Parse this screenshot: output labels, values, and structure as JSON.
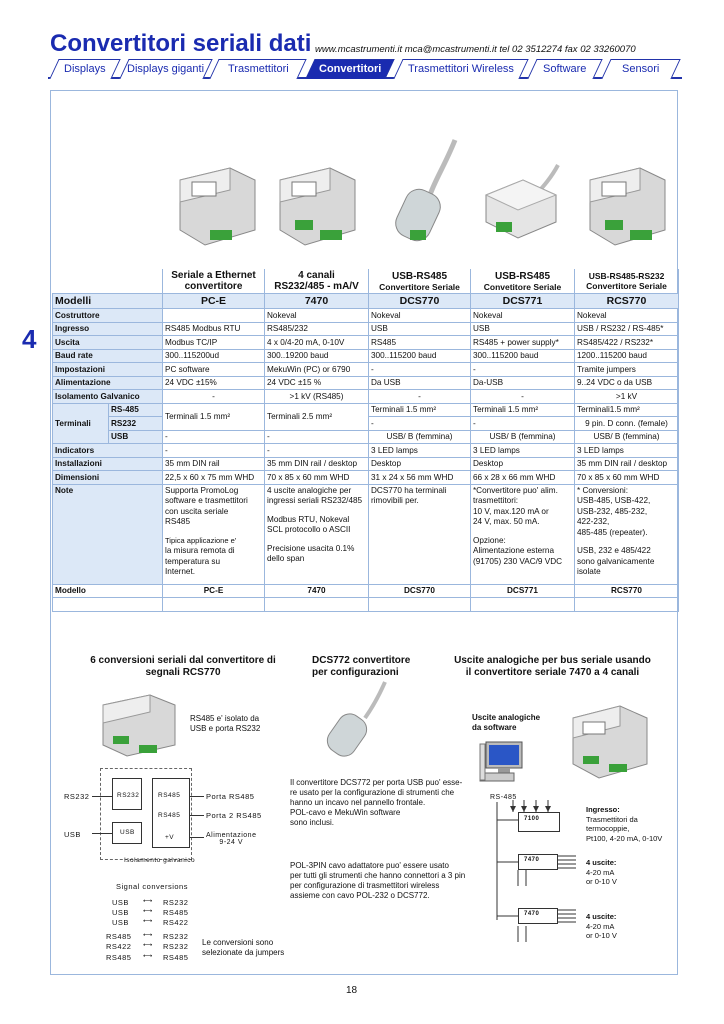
{
  "header": {
    "title": "Convertitori seriali dati",
    "contact": "www.mcastrumenti.it mca@mcastrumenti.it tel 02 3512274 fax 02 33260070"
  },
  "tabs": [
    {
      "label": "Displays",
      "active": false
    },
    {
      "label": "Displays giganti",
      "active": false
    },
    {
      "label": "Trasmettitori",
      "active": false
    },
    {
      "label": "Convertitori",
      "active": true
    },
    {
      "label": "Trasmettitori Wireless",
      "active": false
    },
    {
      "label": "Software",
      "active": false
    },
    {
      "label": "Sensori",
      "active": false
    }
  ],
  "chapter_number": "4",
  "products_header": [
    {
      "title": "Seriale a Ethernet",
      "subtitle": "convertitore"
    },
    {
      "title": "4 canali",
      "subtitle": "RS232/485 - mA/V"
    },
    {
      "title": "USB-RS485",
      "subtitle": "Convertitore Seriale"
    },
    {
      "title": "USB-RS485",
      "subtitle": "Convetitore Seriale"
    },
    {
      "title": "USB-RS485-RS232",
      "subtitle": "Convertitore Seriale"
    }
  ],
  "table": {
    "models_label": "Modelli",
    "models": [
      "PC-E",
      "7470",
      "DCS770",
      "DCS771",
      "RCS770"
    ],
    "rows": [
      {
        "label": "Costruttore",
        "values": [
          "",
          "Nokeval",
          "Nokeval",
          "Nokeval",
          "Nokeval"
        ]
      },
      {
        "label": "Ingresso",
        "values": [
          "RS485 Modbus RTU",
          "RS485/232",
          "USB",
          "USB",
          "USB / RS232 / RS-485*"
        ]
      },
      {
        "label": "Uscita",
        "values": [
          "Modbus TC/IP",
          "4 x 0/4-20 mA, 0-10V",
          "RS485",
          "RS485 + power supply*",
          "RS485/422 / RS232*"
        ]
      },
      {
        "label": "Baud rate",
        "values": [
          "300..115200ud",
          "300..19200 baud",
          "300..115200 baud",
          "300..115200 baud",
          "1200..115200 baud"
        ]
      },
      {
        "label": "Impostazioni",
        "values": [
          "PC software",
          "MekuWin (PC) or 6790",
          "-",
          "-",
          "Tramite jumpers"
        ]
      },
      {
        "label": "Alimentazione",
        "values": [
          "24 VDC ±15%",
          "24 VDC ±15 %",
          "Da               USB",
          "Da-USB",
          "9..24 VDC  o da USB"
        ]
      },
      {
        "label": "Isolamento Galvanico",
        "values": [
          "-",
          ">1 kV (RS485)",
          "-",
          "-",
          ">1 kV"
        ]
      }
    ],
    "terminals": {
      "label": "Terminali",
      "sub": [
        "RS-485",
        "RS232",
        "USB"
      ],
      "pce": "Terminali 1.5 mm²",
      "t7470": "Terminali 2.5 mm²",
      "dcs770": [
        "Terminali 1.5 mm²",
        "-",
        "USB/ B (femmina)"
      ],
      "dcs771": [
        "Terminali 1.5 mm²",
        "-",
        "USB/ B (femmina)"
      ],
      "rcs770": [
        "Terminali1.5 mm²",
        "9 pin. D conn. (female)",
        "USB/ B (femmina)"
      ],
      "usb_row": [
        "-",
        "-"
      ]
    },
    "rows2": [
      {
        "label": "Indicators",
        "values": [
          "-",
          "-",
          "3 LED lamps",
          "3 LED lamps",
          "3 LED lamps"
        ]
      },
      {
        "label": "Installazioni",
        "values": [
          "35 mm DIN rail",
          "35 mm DIN rail / desktop",
          "Desktop",
          "Desktop",
          "35 mm DIN rail / desktop"
        ]
      },
      {
        "label": "Dimensioni",
        "values": [
          "22,5 x 60 x 75 mm WHD",
          "70 x 85 x 60 mm WHD",
          "31 x 24 x 56 mm WHD",
          "66 x 28 x 66 mm WHD",
          "70 x 85 x 60 mm WHD"
        ]
      }
    ],
    "notes_label": "Note",
    "notes": [
      [
        "Supporta PromoLog",
        "software e trasmettitori",
        "con uscita seriale",
        "RS485",
        "",
        "Tipica applicazione e'",
        "la misura remota di",
        "temperatura su",
        "Internet."
      ],
      [
        "4 uscite analogiche per",
        "ingressi seriali RS232/485",
        "",
        "Modbus RTU, Nokeval",
        "SCL protocollo o ASCII",
        "",
        "Precisione usacita 0.1%",
        "dello span"
      ],
      [
        "DCS770 ha terminali",
        "rimovibili per."
      ],
      [
        "*Convertitore puo' alim.",
        "trasmettitori:",
        "10 V, max.120 mA or",
        "24 V, max. 50 mA.",
        "",
        "Opzione:",
        "Alimentazione esterna",
        "(91705) 230 VAC/9 VDC"
      ],
      [
        "* Conversioni:",
        "USB-485, USB-422,",
        "USB-232, 485-232,",
        "422-232,",
        "485-485 (repeater).",
        "",
        "USB, 232 e 485/422",
        "sono galvanicamente isolate"
      ]
    ],
    "footer_label": "Modello",
    "footer_models": [
      "PC-E",
      "7470",
      "DCS770",
      "DCS771",
      "RCS770"
    ]
  },
  "section_rcs": {
    "title_l1": "6 conversioni seriali dal convertitore di",
    "title_l2": "segnali RCS770",
    "caption_l1": "RS485 e' isolato da",
    "caption_l2": "USB e porta RS232",
    "diagram": {
      "rs232": "RS232",
      "usb": "USB",
      "box_rs232": "RS232",
      "box_rs485a": "RS485",
      "box_rs485b": "RS485",
      "box_usb": "USB",
      "plus_v": "+V",
      "porta1": "Porta  RS485",
      "porta2": "Porta 2 RS485",
      "alim_l1": "Alimentazione",
      "alim_l2": "9-24 V",
      "isolamento": "Isolamento galvanico"
    },
    "signal_title": "Signal conversions",
    "conversions": [
      [
        "USB",
        "RS232"
      ],
      [
        "USB",
        "RS485"
      ],
      [
        "USB",
        "RS422"
      ],
      [
        "RS485",
        "RS232"
      ],
      [
        "RS422",
        "RS232"
      ],
      [
        "RS485",
        "RS485"
      ]
    ],
    "note_l1": "Le conversioni sono",
    "note_l2": "selezionate da  jumpers"
  },
  "section_dcs772": {
    "title_l1": "DCS772 convertitore",
    "title_l2": "per  configurazioni",
    "para1": [
      "Il convertitore DCS772 per porta USB puo' esse-",
      "re usato per la configurazione di strumenti che",
      "hanno un incavo nel pannello frontale.",
      "POL-cavo e MekuWin software",
      "sono inclusi."
    ],
    "para2": [
      "POL-3PIN cavo adattatore puo' essere usato",
      "per tutti gli strumenti che hanno connettori a 3 pin",
      "per configurazione di trasmettitori wireless",
      "assieme con cavo POL-232 o DCS772."
    ]
  },
  "section_7470": {
    "title_l1": "Uscite analogiche per bus seriale usando",
    "title_l2": "il convertitore seriale  7470 a 4 canali",
    "pc_caption_l1": "Uscite analogiche",
    "pc_caption_l2": "da software",
    "bus_label": "RS-485",
    "dev1": "7100",
    "dev2": "7470",
    "dev3": "7470",
    "ingresso_title": "Ingresso:",
    "ingresso_lines": [
      "Trasmettitori da",
      "termocoppie,",
      "Pt100, 4-20 mA, 0-10V"
    ],
    "uscite1_title": "4 uscite:",
    "uscite1_lines": [
      "4-20 mA",
      "or 0-10 V"
    ],
    "uscite2_title": "4 uscite:",
    "uscite2_lines": [
      "4-20 mA",
      "or 0-10 V"
    ]
  },
  "page_number": "18"
}
